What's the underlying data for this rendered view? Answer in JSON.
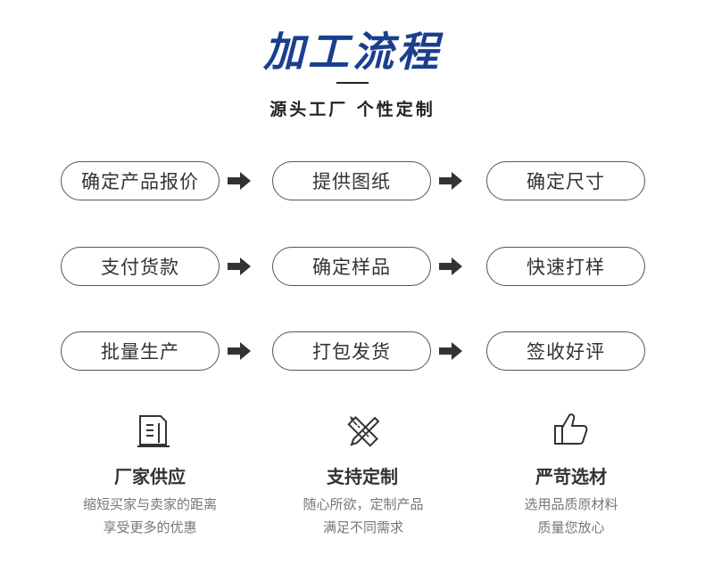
{
  "header": {
    "title": "加工流程",
    "subtitle": "源头工厂  个性定制"
  },
  "steps": [
    [
      "确定产品报价",
      "提供图纸",
      "确定尺寸"
    ],
    [
      "支付货款",
      "确定样品",
      "快速打样"
    ],
    [
      "批量生产",
      "打包发货",
      "签收好评"
    ]
  ],
  "features": [
    {
      "icon": "document-icon",
      "title": "厂家供应",
      "desc1": "缩短买家与卖家的距离",
      "desc2": "享受更多的优惠"
    },
    {
      "icon": "ruler-pencil-icon",
      "title": "支持定制",
      "desc1": "随心所欲，定制产品",
      "desc2": "满足不同需求"
    },
    {
      "icon": "thumbs-up-icon",
      "title": "严苛选材",
      "desc1": "选用品质原材料",
      "desc2": "质量您放心"
    }
  ],
  "colors": {
    "title": "#1a3f8f",
    "arrow": "#333333",
    "border": "#555555"
  }
}
